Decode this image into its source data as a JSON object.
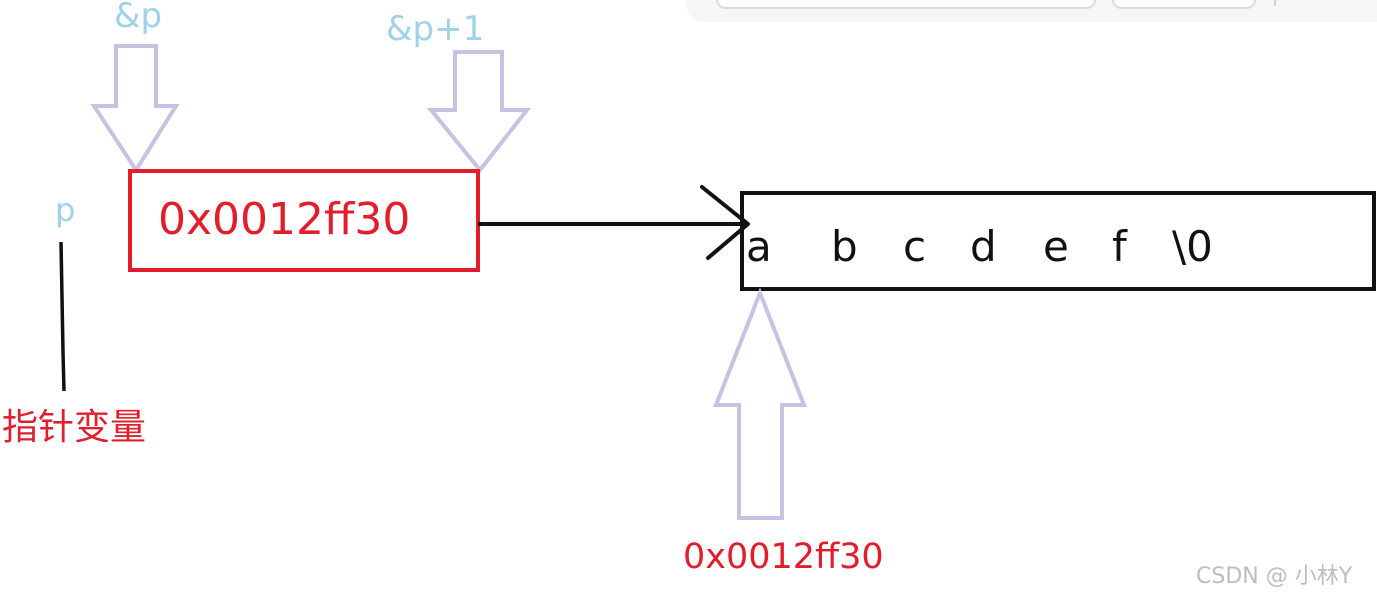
{
  "labels": {
    "ref_p": "&p",
    "ref_p_plus_1": "&p+1",
    "var_name": "p",
    "pointer_var": "指针变量",
    "pointer_value": "0x0012ff30",
    "string_address": "0x0012ff30"
  },
  "string_cells": [
    "a",
    "b",
    "c",
    "d",
    "e",
    "f",
    "\\0"
  ],
  "watermark": "CSDN @ 小林Y",
  "colors": {
    "red": "#e21e2c",
    "light_blue": "#9fd2e8",
    "lavender": "#c6c2e2",
    "black": "#111111"
  }
}
